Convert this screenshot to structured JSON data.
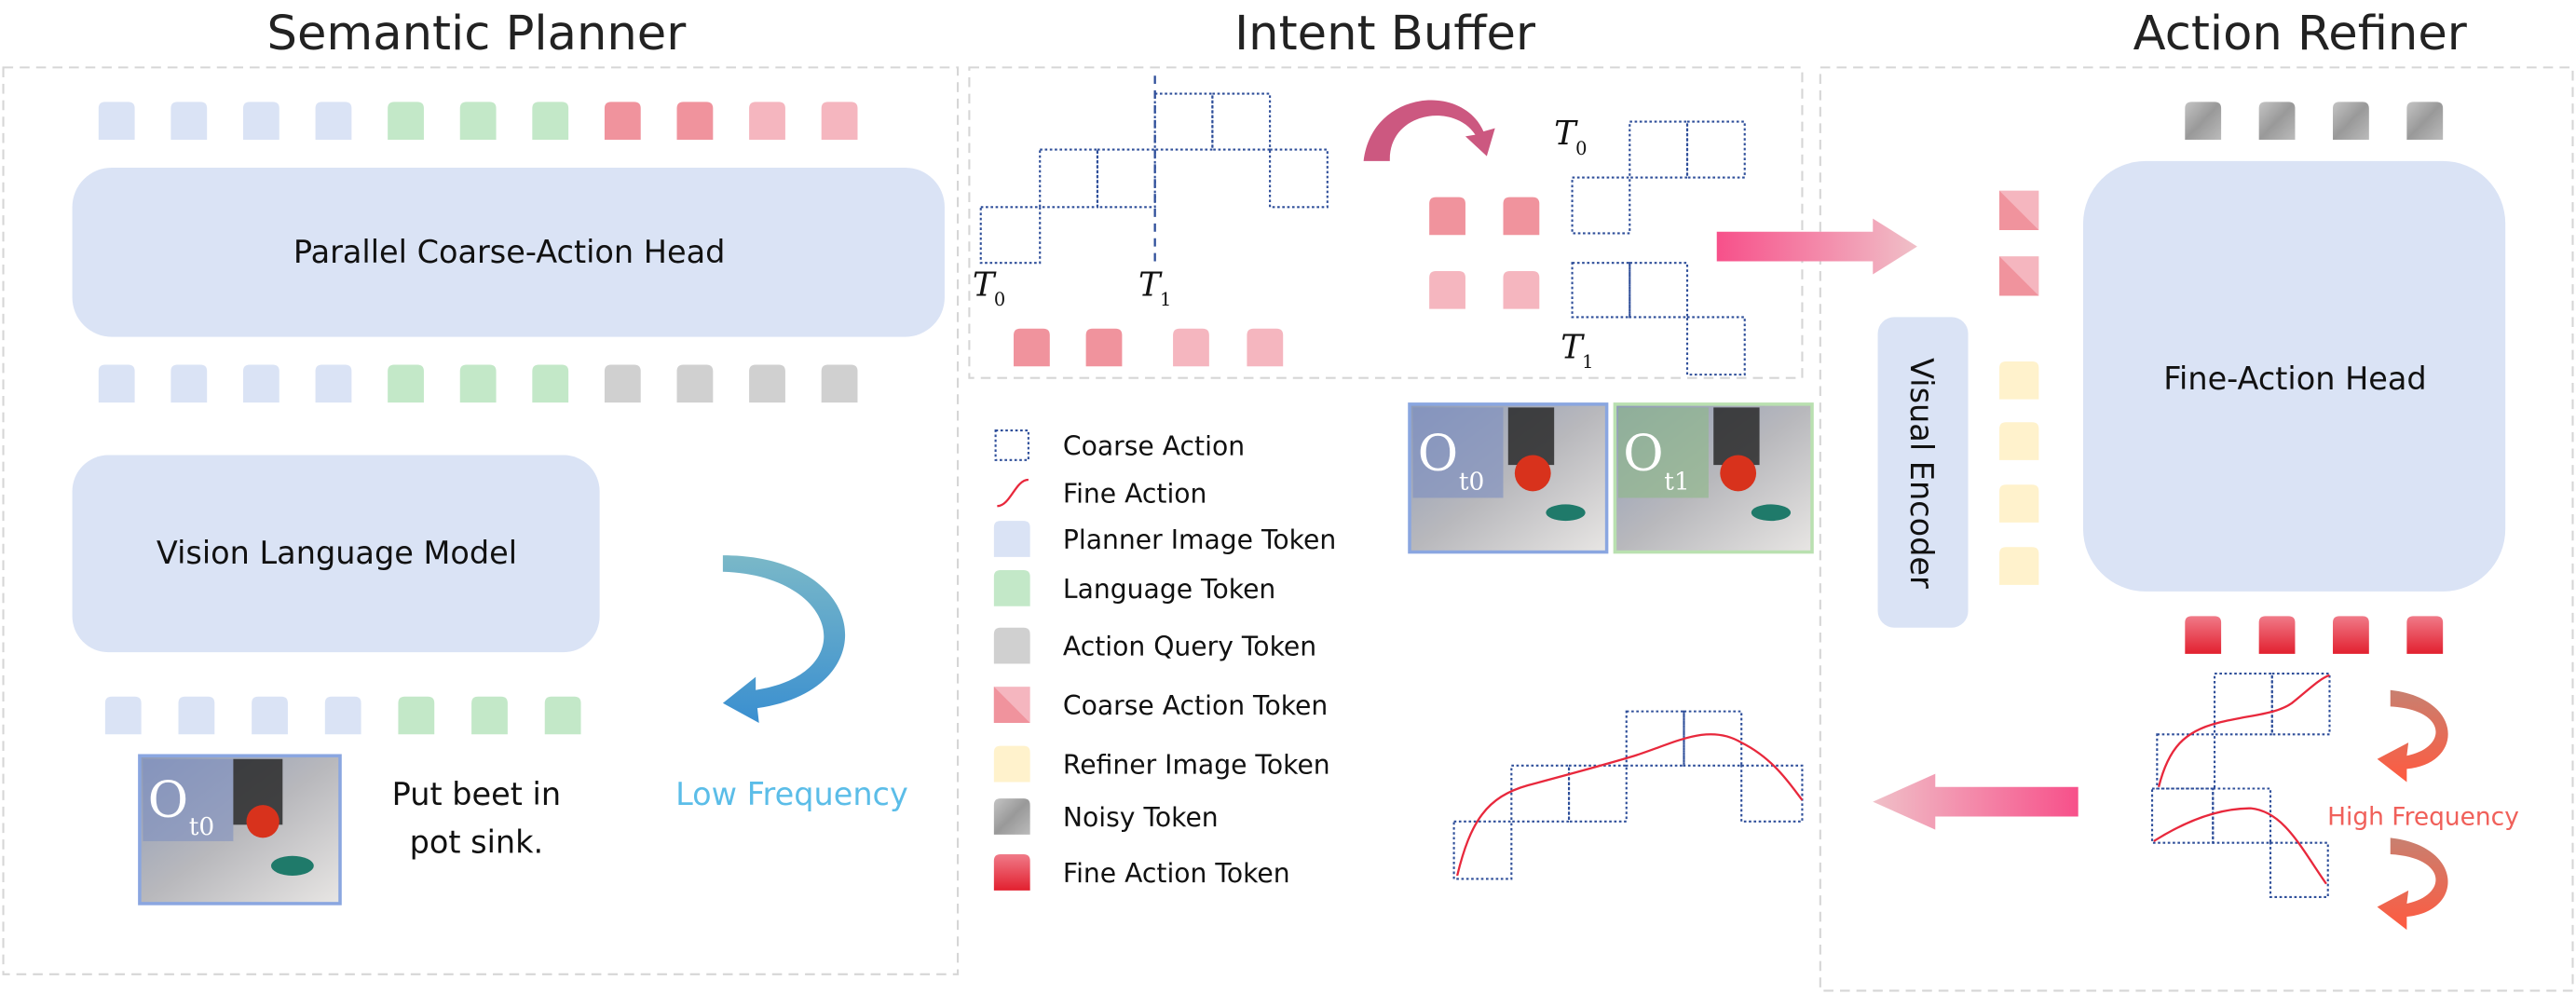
{
  "sections": {
    "planner": {
      "title": "Semantic Planner"
    },
    "buffer": {
      "title": "Intent Buffer"
    },
    "refiner": {
      "title": "Action Refiner"
    }
  },
  "planner": {
    "coarse_head_label": "Parallel Coarse-Action Head",
    "vlm_label": "Vision Language Model",
    "instruction_line1": "Put beet in",
    "instruction_line2": "pot sink.",
    "frequency_label": "Low Frequency",
    "observation": {
      "main": "O",
      "sub": "t0"
    },
    "top_tokens": [
      "planner",
      "planner",
      "planner",
      "planner",
      "language",
      "language",
      "language",
      "coarse-dark",
      "coarse-dark",
      "coarse-light",
      "coarse-light"
    ],
    "mid_tokens": [
      "planner",
      "planner",
      "planner",
      "planner",
      "language",
      "language",
      "language",
      "query",
      "query",
      "query",
      "query"
    ],
    "input_tokens": [
      "planner",
      "planner",
      "planner",
      "planner",
      "language",
      "language",
      "language"
    ]
  },
  "buffer": {
    "t0_label": {
      "main": "T",
      "sub": "0"
    },
    "t1_label": {
      "main": "T",
      "sub": "1"
    },
    "observations": [
      {
        "main": "O",
        "sub": "t0",
        "border": "#8aa6e0"
      },
      {
        "main": "O",
        "sub": "t1",
        "border": "#b9e0b0"
      }
    ]
  },
  "legend": [
    {
      "icon": "coarse-action",
      "label": "Coarse Action"
    },
    {
      "icon": "fine-action",
      "label": "Fine Action"
    },
    {
      "icon": "planner",
      "label": "Planner Image Token"
    },
    {
      "icon": "language",
      "label": "Language Token"
    },
    {
      "icon": "query",
      "label": "Action Query Token"
    },
    {
      "icon": "coarse-token",
      "label": "Coarse Action Token"
    },
    {
      "icon": "refiner",
      "label": "Refiner Image Token"
    },
    {
      "icon": "noisy",
      "label": "Noisy Token"
    },
    {
      "icon": "fine",
      "label": "Fine Action Token"
    }
  ],
  "refiner": {
    "head_label": "Fine-Action Head",
    "encoder_label": "Visual Encoder",
    "frequency_label": "High Frequency"
  },
  "colors": {
    "planner": "#dae3f5",
    "language": "#c3e8c8",
    "query": "#d0d0d0",
    "coarse-dark": "#f0939d",
    "coarse-light": "#f5b6bf",
    "refiner": "#fff2cc",
    "noisy": "#a9a9a9",
    "fine": "#e8283c",
    "module": "#dae3f5",
    "low_frequency": "#5bbde8",
    "high_frequency": "#f0605a",
    "coarse_action": "#2f4f9a"
  }
}
